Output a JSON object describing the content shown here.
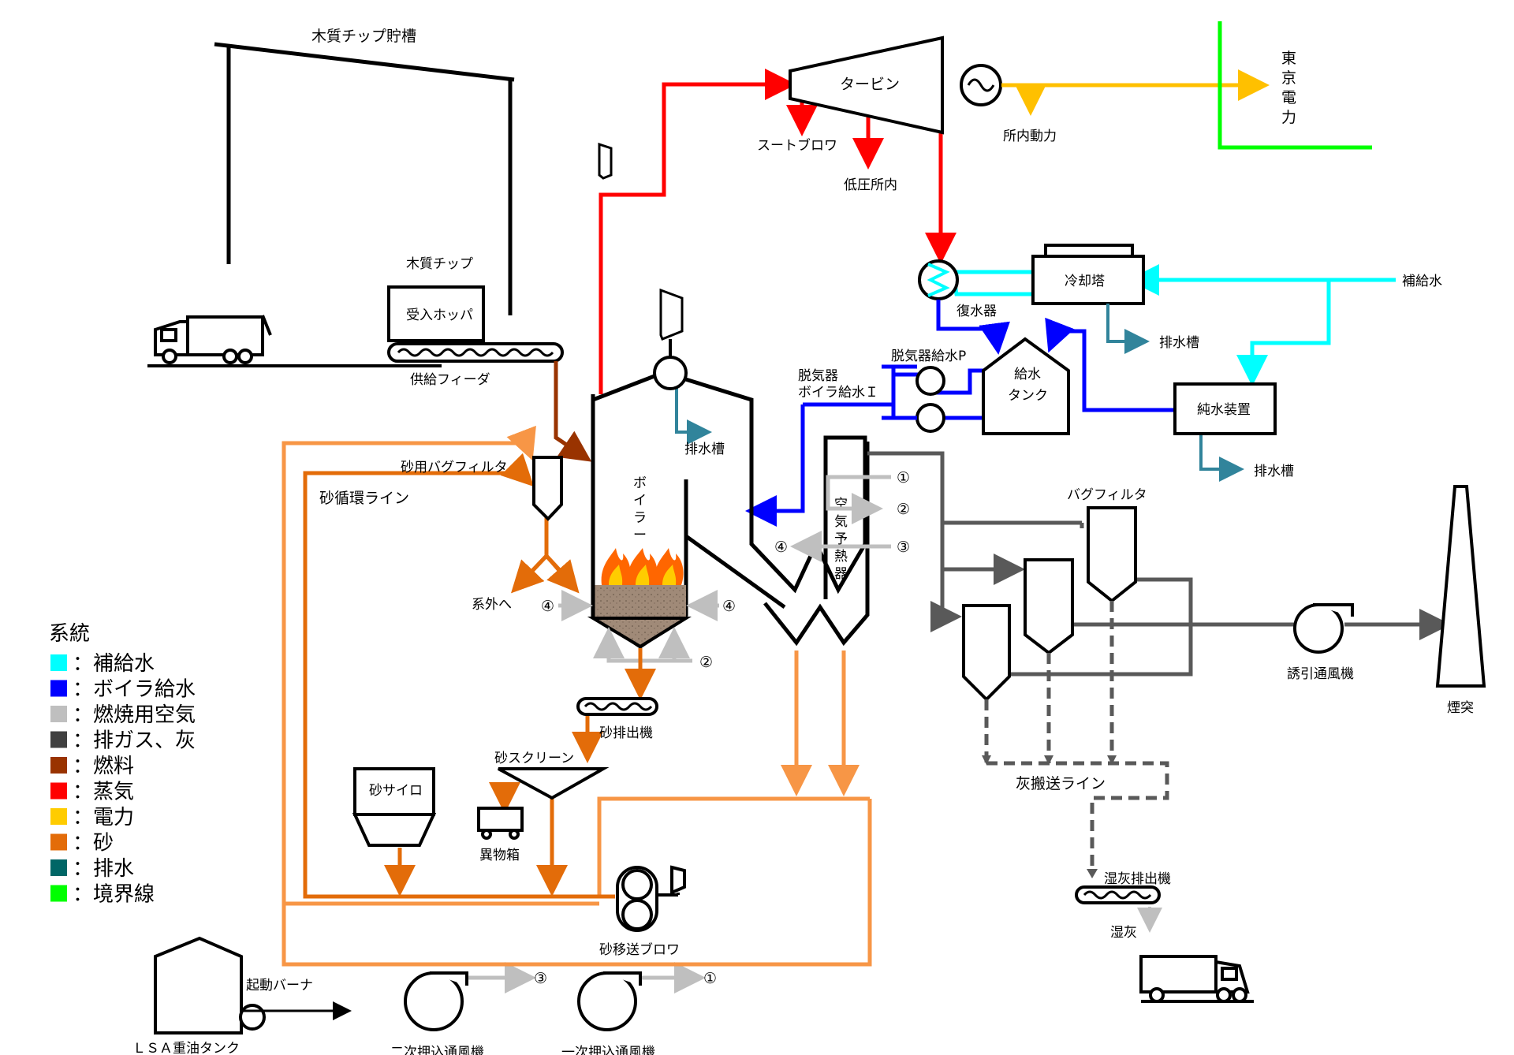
{
  "labels": {
    "chip_storage": "木質チップ貯槽",
    "wood_chip": "木質チップ",
    "receiving_hopper": "受入ホッパ",
    "supply_feeder": "供給フィーダ",
    "turbine": "タービン",
    "tokyo_power_1": "東",
    "tokyo_power_2": "京",
    "tokyo_power_3": "電",
    "tokyo_power_4": "力",
    "station_power": "所内動力",
    "soot_blower": "スートブロワ",
    "low_pressure": "低圧所内",
    "cooling_tower": "冷却塔",
    "makeup_water": "補給水",
    "condenser": "復水器",
    "drain_tank_cond": "排水槽",
    "deaerator_pump": "脱気器給水P",
    "deaerator_1": "脱気器",
    "deaerator_2": "ボイラ給水Ｉ",
    "feedwater_tank_1": "給水",
    "feedwater_tank_2": "タンク",
    "pure_water": "純水装置",
    "drain_tank_pure": "排水槽",
    "drain_tank_boiler": "排水槽",
    "sand_bag_filter": "砂用バグフィルタ",
    "sand_circulation": "砂循環ライン",
    "boiler": "ボイラー",
    "outside": "系外へ",
    "air_preheater": "空気予熱器",
    "bag_filter": "バグフィルタ",
    "induced_fan": "誘引通風機",
    "chimney": "煙突",
    "sand_discharger": "砂排出機",
    "sand_screen": "砂スクリーン",
    "sand_silo": "砂サイロ",
    "foreign_box": "異物箱",
    "ash_line": "灰搬送ライン",
    "wet_ash_discharger": "湿灰排出機",
    "wet_ash": "湿灰",
    "sand_blower": "砂移送ブロワ",
    "startup_burner": "起動バーナ",
    "lsa_tank": "ＬＳＡ重油タンク",
    "secondary_fan": "二次押込通風機",
    "primary_fan": "一次押込通風機",
    "c1": "①",
    "c2": "②",
    "c3": "③",
    "c4": "④"
  },
  "legend": {
    "title": "系統",
    "items": [
      {
        "label": "：補給水",
        "color": "#00ffff"
      },
      {
        "label": "：ボイラ給水",
        "color": "#0000ff"
      },
      {
        "label": "：燃焼用空気",
        "color": "#bfbfbf"
      },
      {
        "label": "：排ガス、灰",
        "color": "#404040"
      },
      {
        "label": "：燃料",
        "color": "#993300"
      },
      {
        "label": "：蒸気",
        "color": "#ff0000"
      },
      {
        "label": "：電力",
        "color": "#ffcc00"
      },
      {
        "label": "：砂",
        "color": "#e36c09"
      },
      {
        "label": "：排水",
        "color": "#006666"
      },
      {
        "label": "：境界線",
        "color": "#00ff00"
      }
    ]
  },
  "colors": {
    "makeup": "#00ffff",
    "feed": "#0000ff",
    "air": "#bfbfbf",
    "gas": "#595959",
    "fuel": "#993300",
    "steam": "#ff0000",
    "power": "#ffc000",
    "sand": "#e36c09",
    "sand_light": "#f79646",
    "drain": "#31849b",
    "boundary": "#00ff00"
  }
}
